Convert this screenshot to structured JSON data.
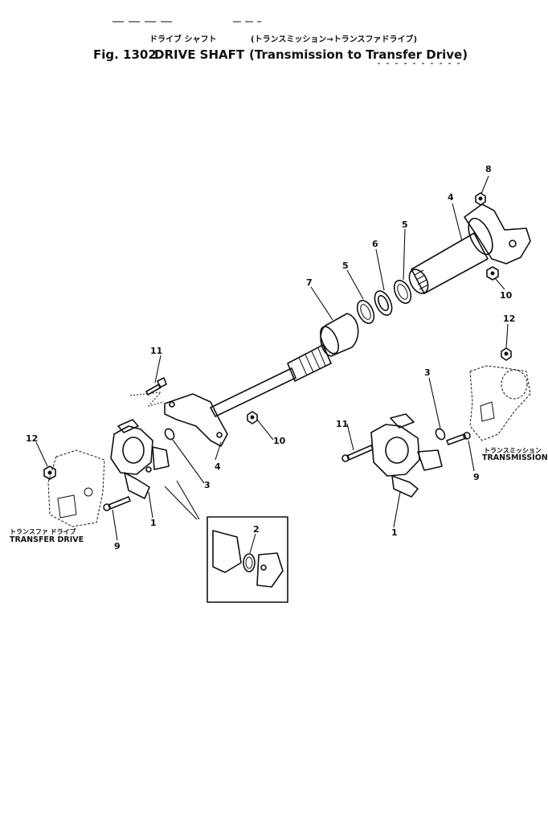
{
  "header": {
    "title_jp": "ドライブ シャフト",
    "subtitle_jp": "(トランスミッション→トランスファドライブ)",
    "fig_number": "Fig. 1302",
    "title_en": "DRIVE SHAFT",
    "subtitle_en": "(Transmission to Transfer Drive)"
  },
  "labels": {
    "transfer_drive_jp": "トランスファ ドライブ",
    "transfer_drive_en": "TRANSFER DRIVE",
    "transmission_jp": "トランスミッション",
    "transmission_en": "TRANSMISSION"
  },
  "callouts": {
    "c8": "8",
    "c4_top": "4",
    "c5_right": "5",
    "c6": "6",
    "c5_left": "5",
    "c7": "7",
    "c10_top": "10",
    "c12_right": "12",
    "c3_right": "3",
    "c11_left": "11",
    "c11_right": "11",
    "c12_left": "12",
    "c10_mid": "10",
    "c4_mid": "4",
    "c3_left": "3",
    "c9_left": "9",
    "c9_right": "9",
    "c1_left": "1",
    "c1_right": "1",
    "c2": "2"
  },
  "icons": [
    "hex-nut-icon",
    "bolt-icon",
    "bearing-ring-icon",
    "universal-joint-icon",
    "yoke-icon",
    "splined-shaft-icon"
  ]
}
